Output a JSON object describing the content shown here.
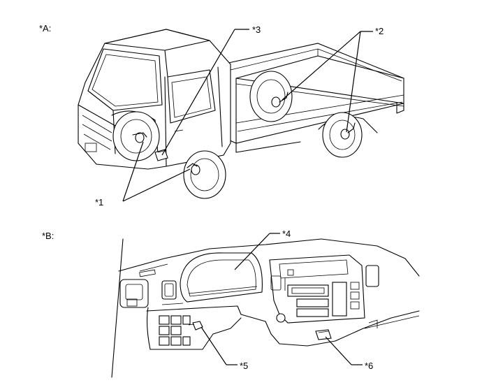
{
  "panels": {
    "a": {
      "label": "*A:"
    },
    "b": {
      "label": "*B:"
    }
  },
  "callouts": {
    "c1": "*1",
    "c2": "*2",
    "c3": "*3",
    "c4": "*4",
    "c5": "*5",
    "c6": "*6"
  }
}
